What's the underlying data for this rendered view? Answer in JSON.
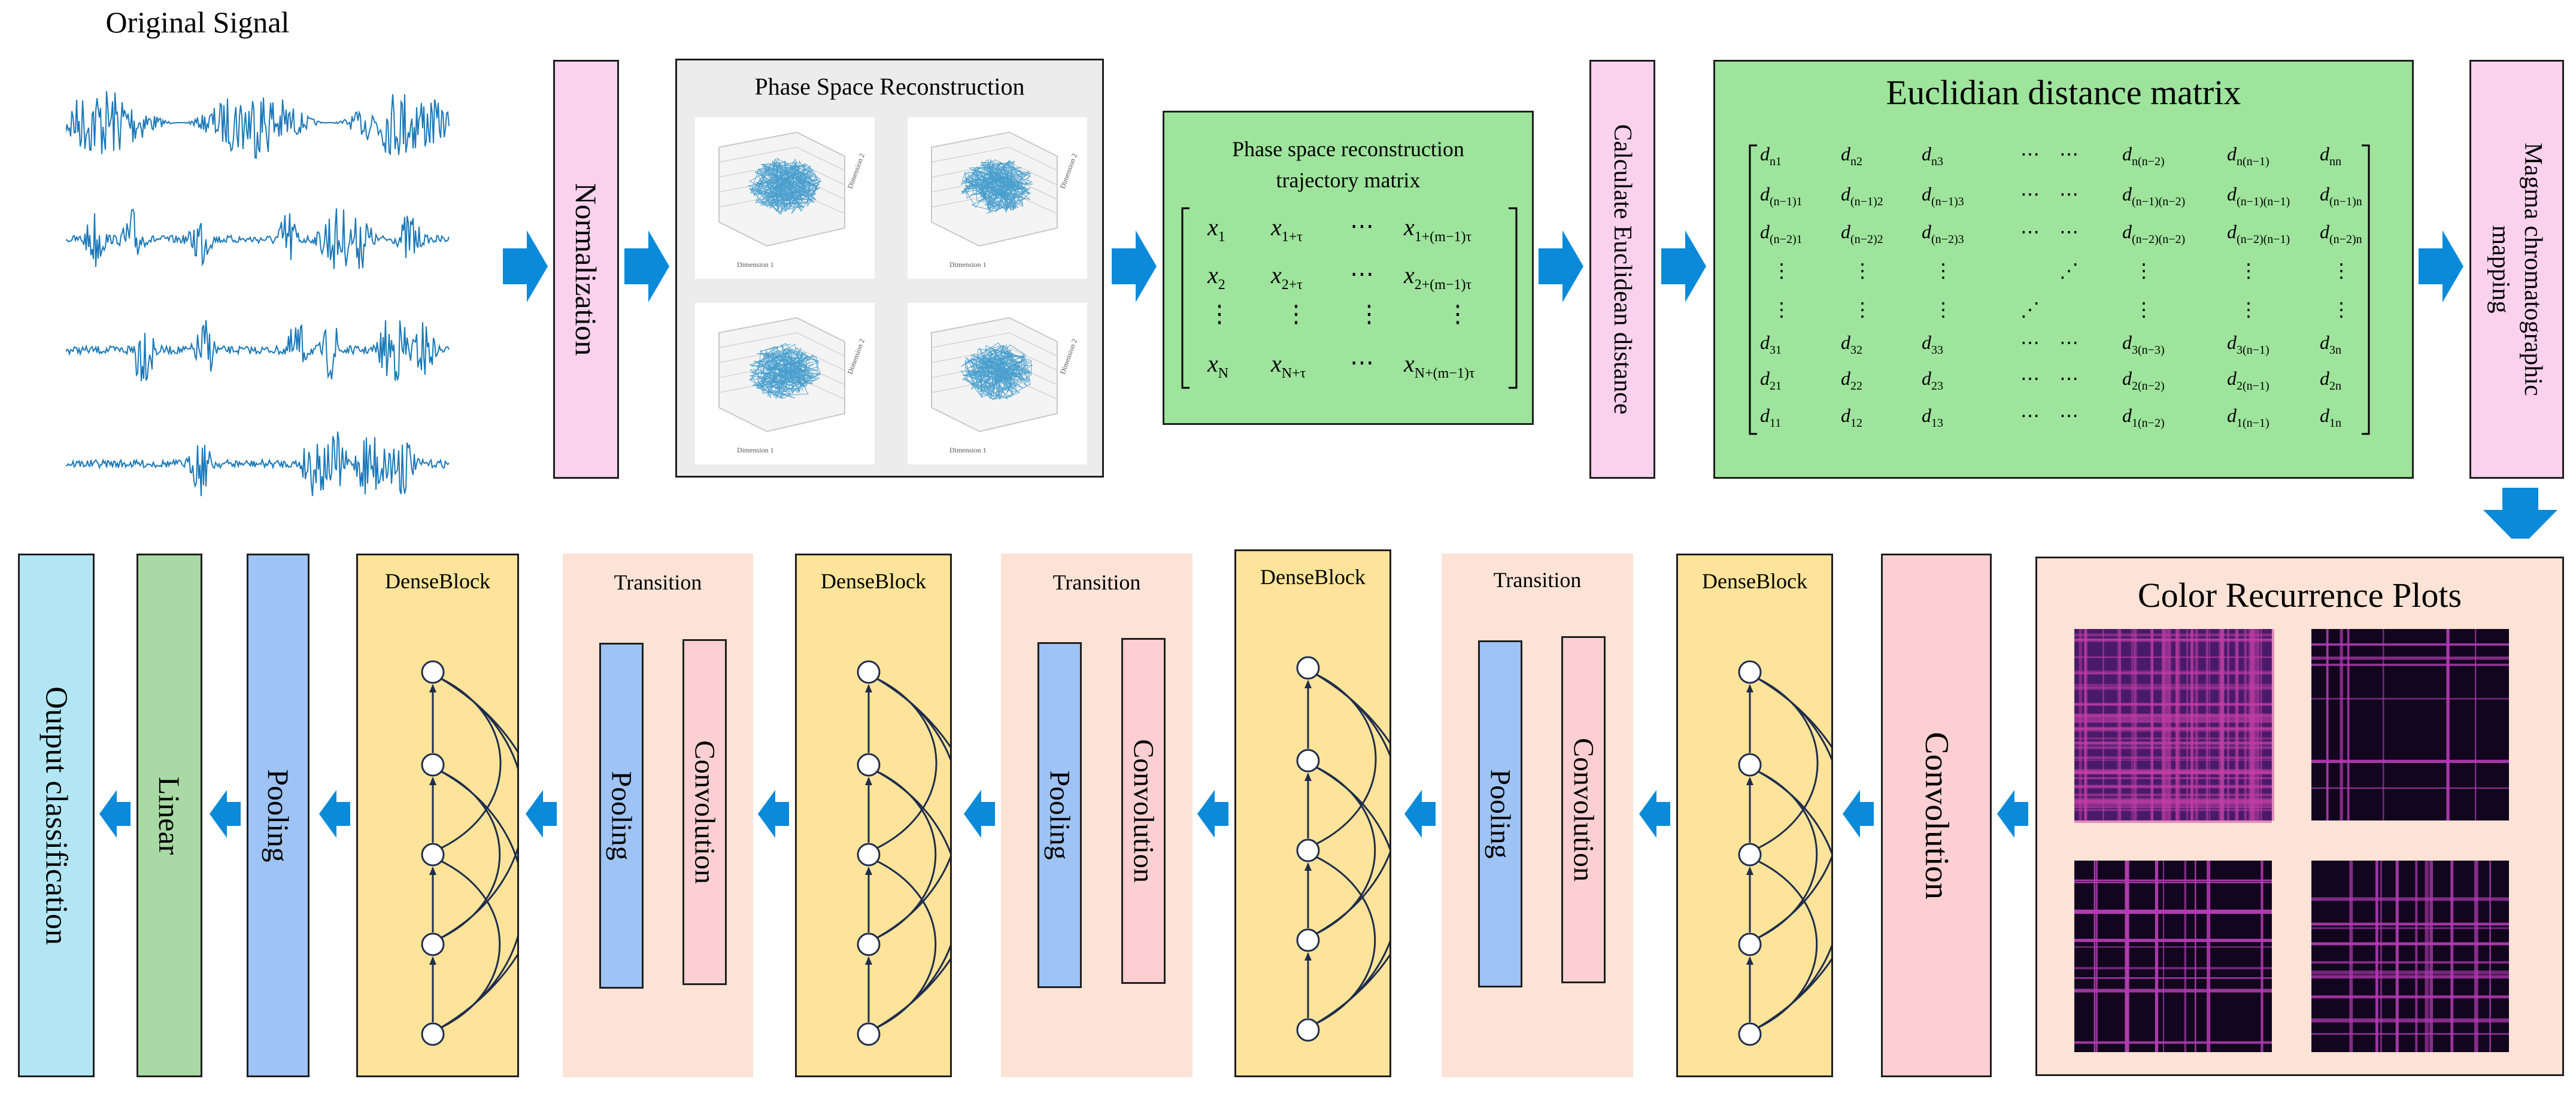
{
  "original_signal": {
    "title": "Original Signal"
  },
  "normalization": {
    "label": "Normalization"
  },
  "phase_space": {
    "title": "Phase Space Reconstruction",
    "axis_label": "Dimension"
  },
  "trajectory": {
    "title_line1": "Phase space reconstruction",
    "title_line2": "trajectory matrix"
  },
  "calc_distance": {
    "label": "Calculate Euclidean distance"
  },
  "distance_matrix": {
    "title": "Euclidian distance matrix"
  },
  "magma_mapping": {
    "label_line1": "Magma chromatographic",
    "label_line2": "mapping"
  },
  "color_plots": {
    "title": "Color Recurrence Plots"
  },
  "bottom_row": {
    "convolution_main": "Convolution",
    "denseblock_1": "DenseBlock",
    "transition_1": "Transition",
    "pooling_1": "Pooling",
    "convolution_1": "Convolution",
    "denseblock_2": "DenseBlock",
    "transition_2": "Transition",
    "pooling_2": "Pooling",
    "convolution_2": "Convolution",
    "denseblock_3": "DenseBlock",
    "transition_3": "Transition",
    "pooling_3": "Pooling",
    "convolution_3": "Convolution",
    "denseblock_4": "DenseBlock",
    "pooling_final": "Pooling",
    "linear": "Linear",
    "output": "Output classification"
  },
  "colors": {
    "pink_box": "#fbd2ee",
    "green_box": "#9ee49c",
    "dense_yellow": "#fde49a",
    "transition_peach": "#fde3d6",
    "pooling_blue": "#9ec3f4",
    "conv_pink": "#fcd0d2",
    "linear_green": "#a9d9a4",
    "output_cyan": "#b2e6f4",
    "arrow_blue": "#0a8ad8",
    "signal_blue": "#1a78b8"
  }
}
